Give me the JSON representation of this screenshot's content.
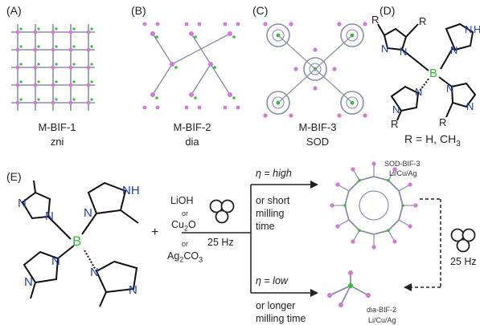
{
  "panels": [
    {
      "label": "(A)",
      "name": "M-BIF-1",
      "topology": "zni"
    },
    {
      "label": "(B)",
      "name": "M-BIF-2",
      "topology": "dia"
    },
    {
      "label": "(C)",
      "name": "M-BIF-3",
      "topology": "SOD"
    },
    {
      "label": "(D)"
    }
  ],
  "panel_d": {
    "r_group": "R",
    "boron": "B",
    "nitrogen": "N",
    "nh": "H",
    "r_definition": "R = H, CH",
    "r_definition_sub": "3"
  },
  "panel_e": {
    "label": "(E)",
    "nitrogen": "N",
    "nh": "NH",
    "boron": "B",
    "plus": "+",
    "reagent_top": "LiOH",
    "or_1": "or",
    "reagent_mid_a": "Cu",
    "reagent_mid_sub": "2",
    "reagent_mid_b": "O",
    "or_2": "or",
    "reagent_bot_a": "Ag",
    "reagent_bot_sub_a": "2",
    "reagent_bot_b": "CO",
    "reagent_bot_sub_b": "3",
    "frequency": "25 Hz",
    "eta_high": "η = high",
    "high_condition_line1": "or short",
    "high_condition_line2": "milling",
    "high_condition_line3": "time",
    "eta_low": "η = low",
    "low_condition_line1": "or longer",
    "low_condition_line2": "milling time",
    "sod_product_line1": "SOD-BIF-3",
    "sod_product_line2": "Li/Cu/Ag",
    "dia_product_line1": "dia-BIF-2",
    "dia_product_line2": "Li/Cu/Ag",
    "frequency_right": "25 Hz"
  },
  "colors": {
    "nitrogen": "#1f3fae",
    "boron": "#2fbf2f",
    "metal_node": "#d27ad6",
    "framework_line": "#8a8fa8"
  }
}
